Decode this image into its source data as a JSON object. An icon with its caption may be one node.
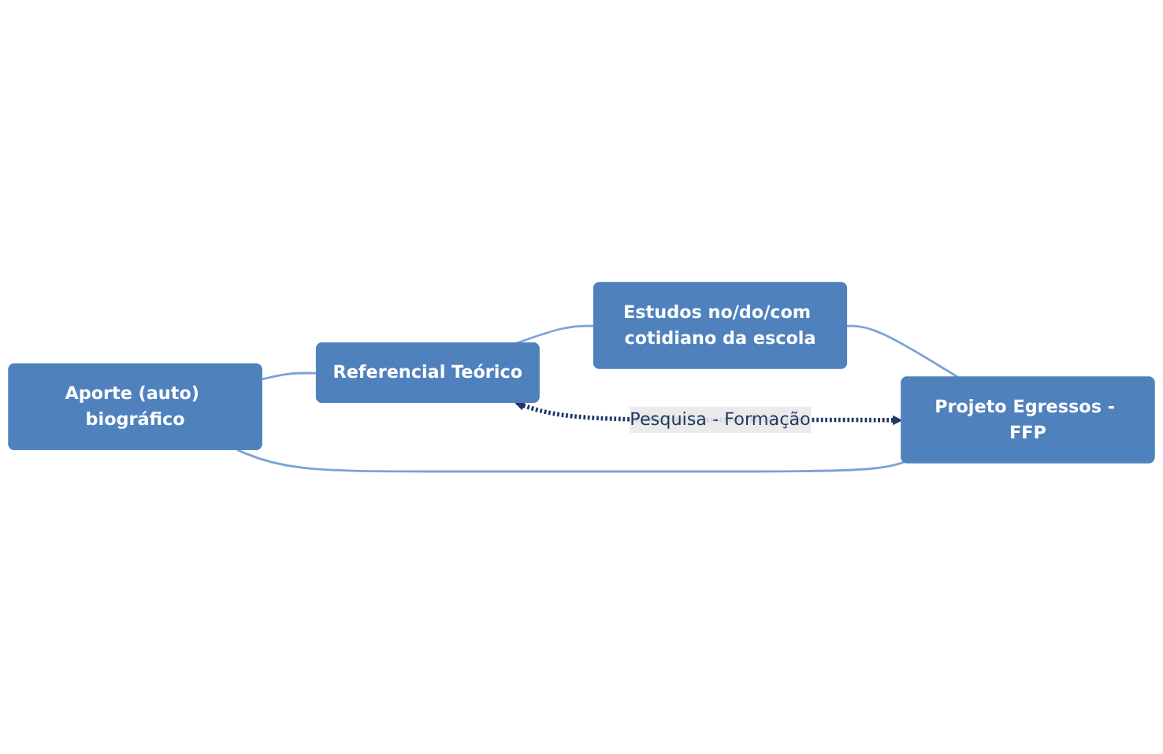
{
  "diagram": {
    "nodes": [
      {
        "text": [
          "Aporte (auto) biográfico"
        ]
      },
      {
        "text": [
          "Projeto Egressos - FFP"
        ]
      },
      {
        "text": [
          "Referencial Teórico"
        ]
      },
      {
        "text": [
          "Estudos no/do/com cotidiano da escola"
        ]
      }
    ],
    "edges": [
      {
        "from": 0,
        "to": 2,
        "arrow": "none"
      },
      {
        "from": 2,
        "to": 3,
        "arrow": "none"
      },
      {
        "from": 3,
        "to": 1,
        "arrow": "none"
      },
      {
        "from": 1,
        "to": 0,
        "arrow": "none"
      },
      {
        "from": 1,
        "to": 2,
        "arrow": "both",
        "label": "Pesquisa - Formação",
        "style": "dashed",
        "color": "#1f3864"
      }
    ]
  }
}
